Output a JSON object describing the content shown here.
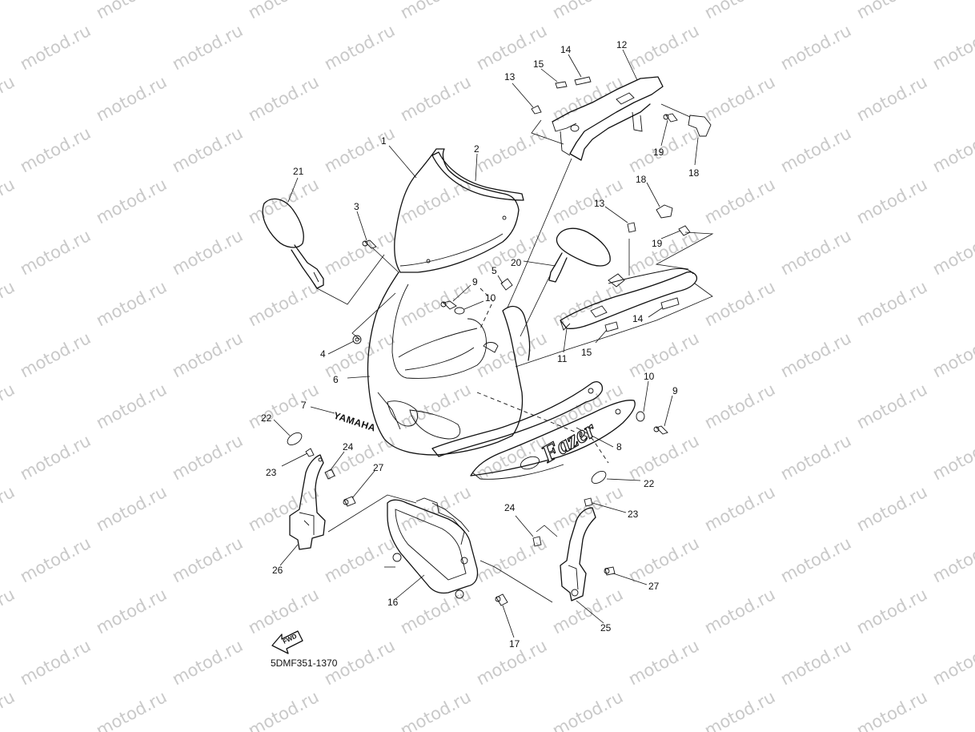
{
  "watermark": "motod.ru",
  "diagram_code": "5DMF351-1370",
  "fwd_badge": "FWD",
  "brand_text": "YAMAHA",
  "model_text": "Fazer",
  "callouts": [
    {
      "id": "c1",
      "text": "1"
    },
    {
      "id": "c2",
      "text": "2"
    },
    {
      "id": "c3",
      "text": "3"
    },
    {
      "id": "c4",
      "text": "4"
    },
    {
      "id": "c5",
      "text": "5"
    },
    {
      "id": "c6",
      "text": "6"
    },
    {
      "id": "c7",
      "text": "7"
    },
    {
      "id": "c8",
      "text": "8"
    },
    {
      "id": "c9a",
      "text": "9"
    },
    {
      "id": "c9b",
      "text": "9"
    },
    {
      "id": "c10a",
      "text": "10"
    },
    {
      "id": "c10b",
      "text": "10"
    },
    {
      "id": "c11",
      "text": "11"
    },
    {
      "id": "c12",
      "text": "12"
    },
    {
      "id": "c13a",
      "text": "13"
    },
    {
      "id": "c13b",
      "text": "13"
    },
    {
      "id": "c14a",
      "text": "14"
    },
    {
      "id": "c14b",
      "text": "14"
    },
    {
      "id": "c15a",
      "text": "15"
    },
    {
      "id": "c15b",
      "text": "15"
    },
    {
      "id": "c16",
      "text": "16"
    },
    {
      "id": "c17",
      "text": "17"
    },
    {
      "id": "c18a",
      "text": "18"
    },
    {
      "id": "c18b",
      "text": "18"
    },
    {
      "id": "c19a",
      "text": "19"
    },
    {
      "id": "c19b",
      "text": "19"
    },
    {
      "id": "c20",
      "text": "20"
    },
    {
      "id": "c21",
      "text": "21"
    },
    {
      "id": "c22a",
      "text": "22"
    },
    {
      "id": "c22b",
      "text": "22"
    },
    {
      "id": "c23a",
      "text": "23"
    },
    {
      "id": "c23b",
      "text": "23"
    },
    {
      "id": "c24a",
      "text": "24"
    },
    {
      "id": "c24b",
      "text": "24"
    },
    {
      "id": "c25",
      "text": "25"
    },
    {
      "id": "c26",
      "text": "26"
    },
    {
      "id": "c27a",
      "text": "27"
    },
    {
      "id": "c27b",
      "text": "27"
    }
  ]
}
